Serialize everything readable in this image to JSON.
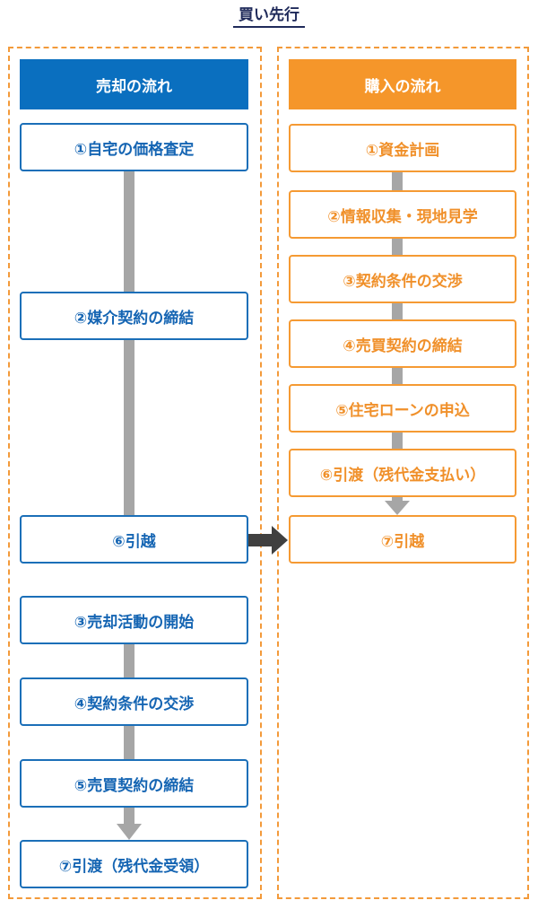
{
  "title": "買い先行",
  "sell": {
    "header": "売却の流れ",
    "header_color": "#0a6fbf",
    "steps": [
      "①自宅の価格査定",
      "②媒介契約の締結",
      "⑥引越",
      "③売却活動の開始",
      "④契約条件の交渉",
      "⑤売買契約の締結",
      "⑦引渡（残代金受領）"
    ]
  },
  "buy": {
    "header": "購入の流れ",
    "header_color": "#f5962a",
    "steps": [
      "①資金計画",
      "②情報収集・現地見学",
      "③契約条件の交渉",
      "④売買契約の締結",
      "⑤住宅ローンの申込",
      "⑥引渡（残代金支払い）",
      "⑦引越"
    ]
  },
  "colors": {
    "border_dashed": "#f39a3a",
    "sell_text": "#1565b3",
    "buy_text": "#f0902a",
    "connector": "#a6a6a6",
    "cross_arrow": "#404040"
  }
}
